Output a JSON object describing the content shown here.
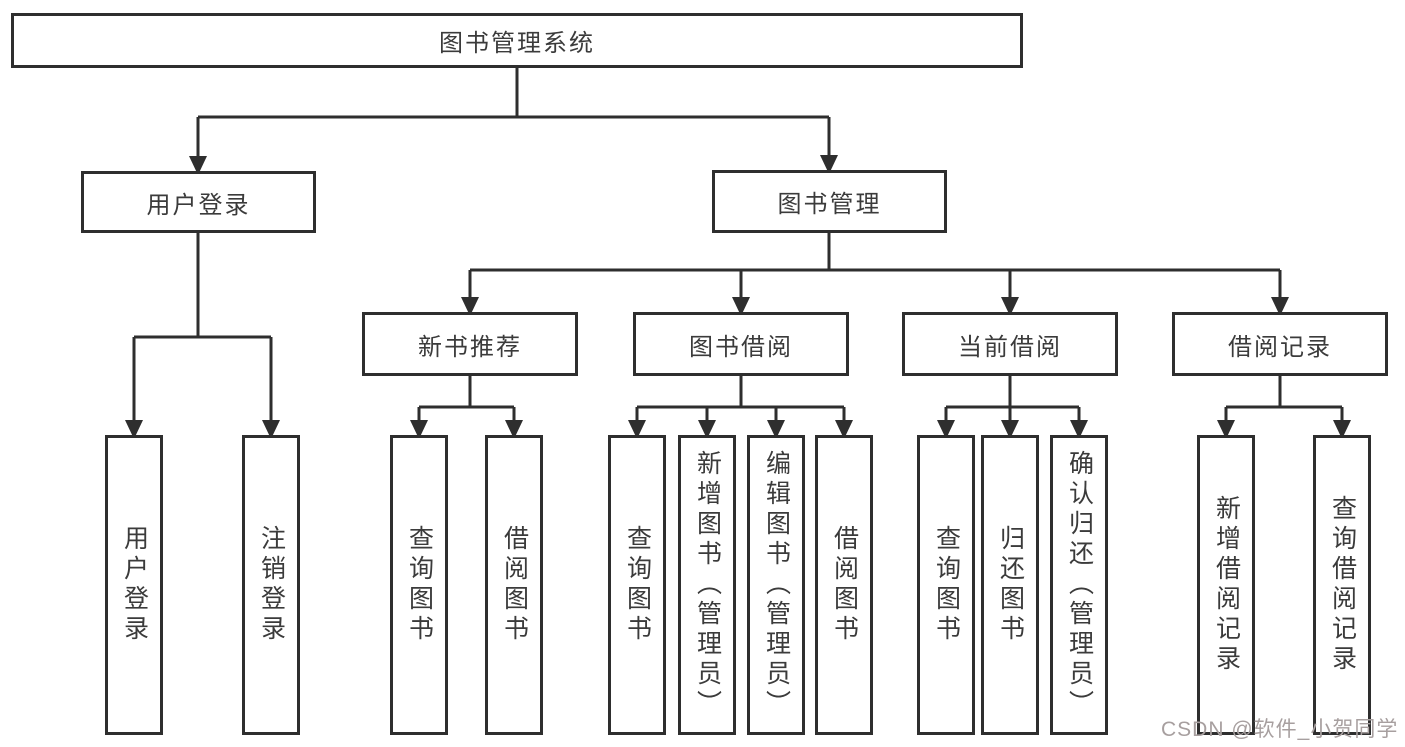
{
  "colors": {
    "background": "#ffffff",
    "line": "#2e2e2e",
    "text": "#3b3b3b",
    "watermark": "#a79f9f"
  },
  "nodes": [
    {
      "id": "root",
      "label": "图书管理系统",
      "orientation": "h"
    },
    {
      "id": "user-login",
      "label": "用户登录",
      "orientation": "h"
    },
    {
      "id": "book-management",
      "label": "图书管理",
      "orientation": "h"
    },
    {
      "id": "new-book-recommend",
      "label": "新书推荐",
      "orientation": "h"
    },
    {
      "id": "book-borrowing",
      "label": "图书借阅",
      "orientation": "h"
    },
    {
      "id": "current-borrowing",
      "label": "当前借阅",
      "orientation": "h"
    },
    {
      "id": "borrowing-records",
      "label": "借阅记录",
      "orientation": "h"
    },
    {
      "id": "leaf-user-login",
      "label": "用户登录",
      "orientation": "v"
    },
    {
      "id": "leaf-logout",
      "label": "注销登录",
      "orientation": "v"
    },
    {
      "id": "leaf-rec-query-book",
      "label": "查询图书",
      "orientation": "v"
    },
    {
      "id": "leaf-rec-borrow-book",
      "label": "借阅图书",
      "orientation": "v"
    },
    {
      "id": "leaf-bor-query-book",
      "label": "查询图书",
      "orientation": "v"
    },
    {
      "id": "leaf-bor-add-book",
      "label": "新增图书（管理员）",
      "orientation": "v"
    },
    {
      "id": "leaf-bor-edit-book",
      "label": "编辑图书（管理员）",
      "orientation": "v"
    },
    {
      "id": "leaf-bor-borrow-book",
      "label": "借阅图书",
      "orientation": "v"
    },
    {
      "id": "leaf-cur-query-book",
      "label": "查询图书",
      "orientation": "v"
    },
    {
      "id": "leaf-cur-return-book",
      "label": "归还图书",
      "orientation": "v"
    },
    {
      "id": "leaf-cur-confirm-return",
      "label": "确认归还（管理员）",
      "orientation": "v"
    },
    {
      "id": "leaf-recd-add-record",
      "label": "新增借阅记录",
      "orientation": "v"
    },
    {
      "id": "leaf-recd-query-record",
      "label": "查询借阅记录",
      "orientation": "v"
    }
  ],
  "watermark": {
    "text": "CSDN @软件_小贺同学"
  }
}
